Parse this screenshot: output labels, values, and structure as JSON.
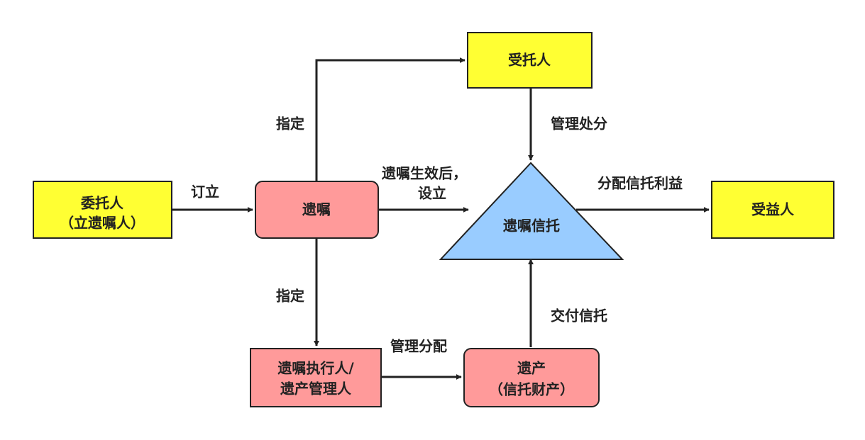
{
  "colors": {
    "yellow_fill": "#ffff33",
    "pink_fill": "#ff9a9a",
    "blue_fill": "#99ccff",
    "stroke": "#222222",
    "text": "#222222"
  },
  "nodes": {
    "settlor": {
      "line1": "委托人",
      "line2": "（立遗嘱人）"
    },
    "will": {
      "label": "遗嘱"
    },
    "trustee": {
      "label": "受托人"
    },
    "testamentary_trust": {
      "label": "遗嘱信托"
    },
    "beneficiary": {
      "label": "受益人"
    },
    "executor": {
      "line1": "遗嘱执行人/",
      "line2": "遗产管理人"
    },
    "estate": {
      "line1": "遗产",
      "line2": "（信托财产）"
    }
  },
  "edges": {
    "settlor_to_will": "订立",
    "will_to_trustee": "指定",
    "will_to_executor": "指定",
    "will_to_trust_line1": "遗嘱生效后，",
    "will_to_trust_line2": "设立",
    "trustee_to_trust": "管理处分",
    "trust_to_beneficiary": "分配信托利益",
    "executor_to_estate": "管理分配",
    "estate_to_trust": "交付信托"
  }
}
